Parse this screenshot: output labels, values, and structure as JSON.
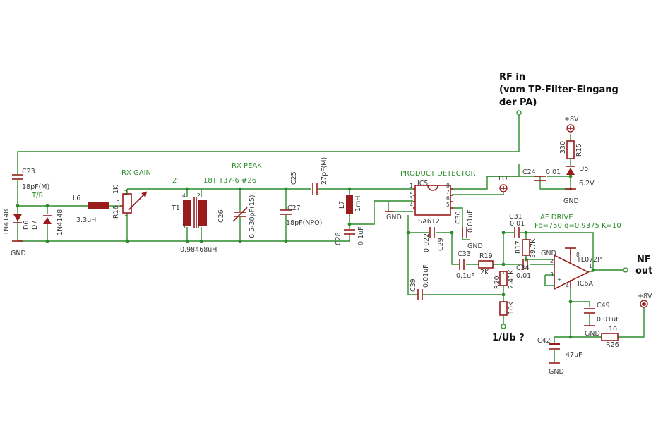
{
  "title_labels": {
    "rf_in_line1": "RF in",
    "rf_in_line2": "(vom TP-Filter-Eingang",
    "rf_in_line3": "der PA)",
    "nf_out_line1": "NF",
    "nf_out_line2": "out",
    "ub": "1/Ub ?"
  },
  "sections": {
    "rx_gain": "RX GAIN",
    "rx_peak": "RX PEAK",
    "product_detector": "PRODUCT DETECTOR",
    "af_drive": "AF DRIVE",
    "af_drive_params": "Fo=750 q=0.9375 K=10",
    "tr": "T/R",
    "two_t": "2T",
    "toroid": "18T T37-6 #26"
  },
  "components": {
    "c23": "C23",
    "c23_val": "18pF(M)",
    "d6": "D6",
    "d6_val": "1N4148",
    "d7": "D7",
    "d7_val": "1N4148",
    "l6": "L6",
    "l6_val": "3.3uH",
    "r16": "R16",
    "r16_val": "1K",
    "t1": "T1",
    "t1_val": "0.98468uH",
    "c26": "C26",
    "c26_val": "6.5-30pF(15)",
    "c27": "C27",
    "c27_val": "18pF(NPO)",
    "c25": "C25",
    "c25_val": "27pF(M)",
    "l7": "L7",
    "l7_val": "1mH",
    "c28": "C28",
    "c28_val": "0.1uF",
    "ic5": "IC5",
    "ic5_val": "SA612",
    "c24": "C24",
    "c24_val": "0.01",
    "r15": "R15",
    "r15_val": "330",
    "d5": "D5",
    "d5_val": "6.2V",
    "lo": "LO",
    "c29": "C29",
    "c29_val": "0.022",
    "c30": "C30",
    "c30_val": "0.01uF",
    "c31": "C31",
    "c31_val": "0.01",
    "c33": "C33",
    "c33_val": "0.1uF",
    "r19": "R19",
    "r19_val": "2K",
    "r17": "R17",
    "r17_val": "39.7K",
    "c34": "C34",
    "c34_val": "0.01",
    "r20": "R20",
    "r20_val": "2.41K",
    "r_10k": "10K",
    "c39": "C39",
    "c39_val": "0.01uF",
    "ic6": "IC6A",
    "ic6_val": "TL072P",
    "c49": "C49",
    "c49_val": "0.01uF",
    "c42": "C42",
    "c42_val": "47uF",
    "r26": "R26",
    "r26_val": "10",
    "plus8v": "+8V",
    "gnd": "GND"
  },
  "pins": {
    "p1": "1",
    "p2": "2",
    "p3": "3",
    "p4": "4",
    "p5": "5",
    "p6": "6",
    "p7": "7",
    "p8": "8",
    "minus": "−",
    "plus": "+"
  }
}
